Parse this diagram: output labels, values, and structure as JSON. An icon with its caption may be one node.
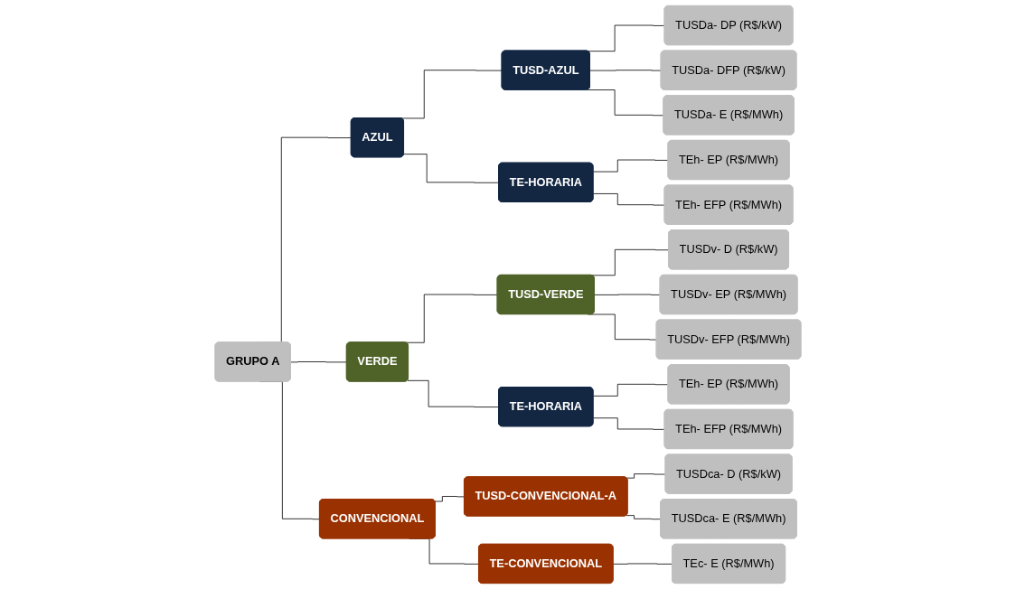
{
  "diagram": {
    "nodes": [
      {
        "text": [
          "GRUPO A"
        ]
      },
      {
        "text": [
          "AZUL"
        ]
      },
      {
        "text": [
          "VERDE"
        ]
      },
      {
        "text": [
          "CONVENCIONAL"
        ]
      },
      {
        "text": [
          "TUSD-AZUL"
        ]
      },
      {
        "text": [
          "TE-HORARIA"
        ]
      },
      {
        "text": [
          "TUSD-VERDE"
        ]
      },
      {
        "text": [
          "TE-HORARIA"
        ]
      },
      {
        "text": [
          "TUSD-CONVENCIONAL-A"
        ]
      },
      {
        "text": [
          "TE-CONVENCIONAL"
        ]
      },
      {
        "text": [
          "TUSDa- DP (R$/kW)"
        ]
      },
      {
        "text": [
          "TUSDa- DFP (R$/kW)"
        ]
      },
      {
        "text": [
          "TUSDa- E (R$/MWh)"
        ]
      },
      {
        "text": [
          "TEh- EP (R$/MWh)"
        ]
      },
      {
        "text": [
          "TEh- EFP (R$/MWh)"
        ]
      },
      {
        "text": [
          "TUSDv- D (R$/kW)"
        ]
      },
      {
        "text": [
          "TUSDv- EP (R$/MWh)"
        ]
      },
      {
        "text": [
          "TUSDv- EFP (R$/MWh)"
        ]
      },
      {
        "text": [
          "TEh- EP (R$/MWh)"
        ]
      },
      {
        "text": [
          "TEh- EFP (R$/MWh)"
        ]
      },
      {
        "text": [
          "TUSDca- D (R$/kW)"
        ]
      },
      {
        "text": [
          "TUSDca- E (R$/MWh)"
        ]
      },
      {
        "text": [
          "TEc- E (R$/MWh)"
        ]
      }
    ],
    "edges": [
      {
        "from": 0,
        "to": 1,
        "arrow": "none"
      },
      {
        "from": 0,
        "to": 2,
        "arrow": "none"
      },
      {
        "from": 0,
        "to": 3,
        "arrow": "none"
      },
      {
        "from": 1,
        "to": 4,
        "arrow": "none"
      },
      {
        "from": 1,
        "to": 5,
        "arrow": "none"
      },
      {
        "from": 2,
        "to": 6,
        "arrow": "none"
      },
      {
        "from": 2,
        "to": 7,
        "arrow": "none"
      },
      {
        "from": 3,
        "to": 8,
        "arrow": "none"
      },
      {
        "from": 3,
        "to": 9,
        "arrow": "none"
      },
      {
        "from": 4,
        "to": 10,
        "arrow": "none"
      },
      {
        "from": 4,
        "to": 11,
        "arrow": "none"
      },
      {
        "from": 4,
        "to": 12,
        "arrow": "none"
      },
      {
        "from": 5,
        "to": 13,
        "arrow": "none"
      },
      {
        "from": 5,
        "to": 14,
        "arrow": "none"
      },
      {
        "from": 6,
        "to": 15,
        "arrow": "none"
      },
      {
        "from": 6,
        "to": 16,
        "arrow": "none"
      },
      {
        "from": 6,
        "to": 17,
        "arrow": "none"
      },
      {
        "from": 7,
        "to": 18,
        "arrow": "none"
      },
      {
        "from": 7,
        "to": 19,
        "arrow": "none"
      },
      {
        "from": 8,
        "to": 20,
        "arrow": "none"
      },
      {
        "from": 8,
        "to": 21,
        "arrow": "none"
      },
      {
        "from": 9,
        "to": 22,
        "arrow": "none"
      }
    ]
  }
}
